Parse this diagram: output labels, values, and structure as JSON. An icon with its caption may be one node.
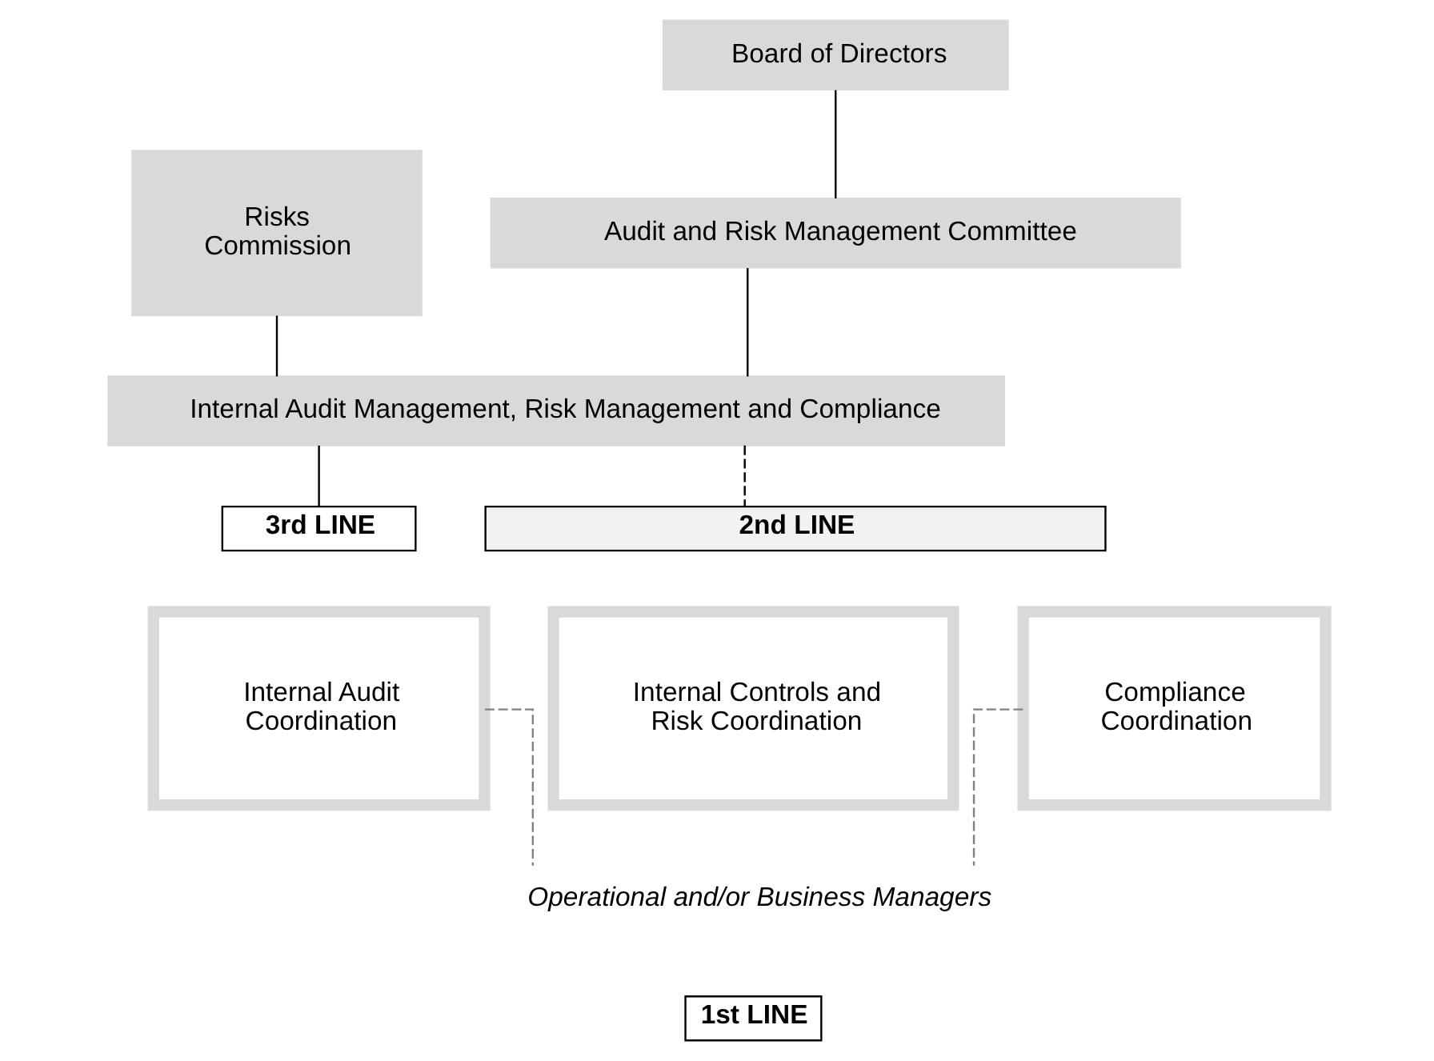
{
  "diagram": {
    "nodes": [
      {
        "text": [
          "Board of Directors"
        ]
      },
      {
        "text": [
          "Audit and Risk Management Committee"
        ]
      },
      {
        "text": [
          "Risks Commission"
        ]
      },
      {
        "text": [
          "Internal Audit Management, Risk Management and Compliance"
        ]
      },
      {
        "text": [
          "3rd LINE"
        ]
      },
      {
        "text": [
          "2nd LINE"
        ]
      },
      {
        "text": [
          "Internal Audit Coordination"
        ]
      },
      {
        "text": [
          "Internal Controls and Risk Coordination"
        ]
      },
      {
        "text": [
          "Compliance Coordination"
        ]
      },
      {
        "text": [
          "Operational and/or Business Managers"
        ]
      },
      {
        "text": [
          "1st LINE"
        ]
      }
    ],
    "edges": [
      {
        "from": 0,
        "to": 1,
        "arrow": "none"
      },
      {
        "from": 1,
        "to": 3,
        "arrow": "none"
      },
      {
        "from": 2,
        "to": 3,
        "arrow": "none"
      },
      {
        "from": 3,
        "to": 4,
        "arrow": "none"
      },
      {
        "from": 3,
        "to": 5,
        "arrow": "none",
        "style": "dashed"
      },
      {
        "from": 6,
        "to": 9,
        "arrow": "none",
        "style": "dashed",
        "color": "#808080"
      },
      {
        "from": 8,
        "to": 9,
        "arrow": "none",
        "style": "dashed",
        "color": "#808080"
      }
    ]
  }
}
